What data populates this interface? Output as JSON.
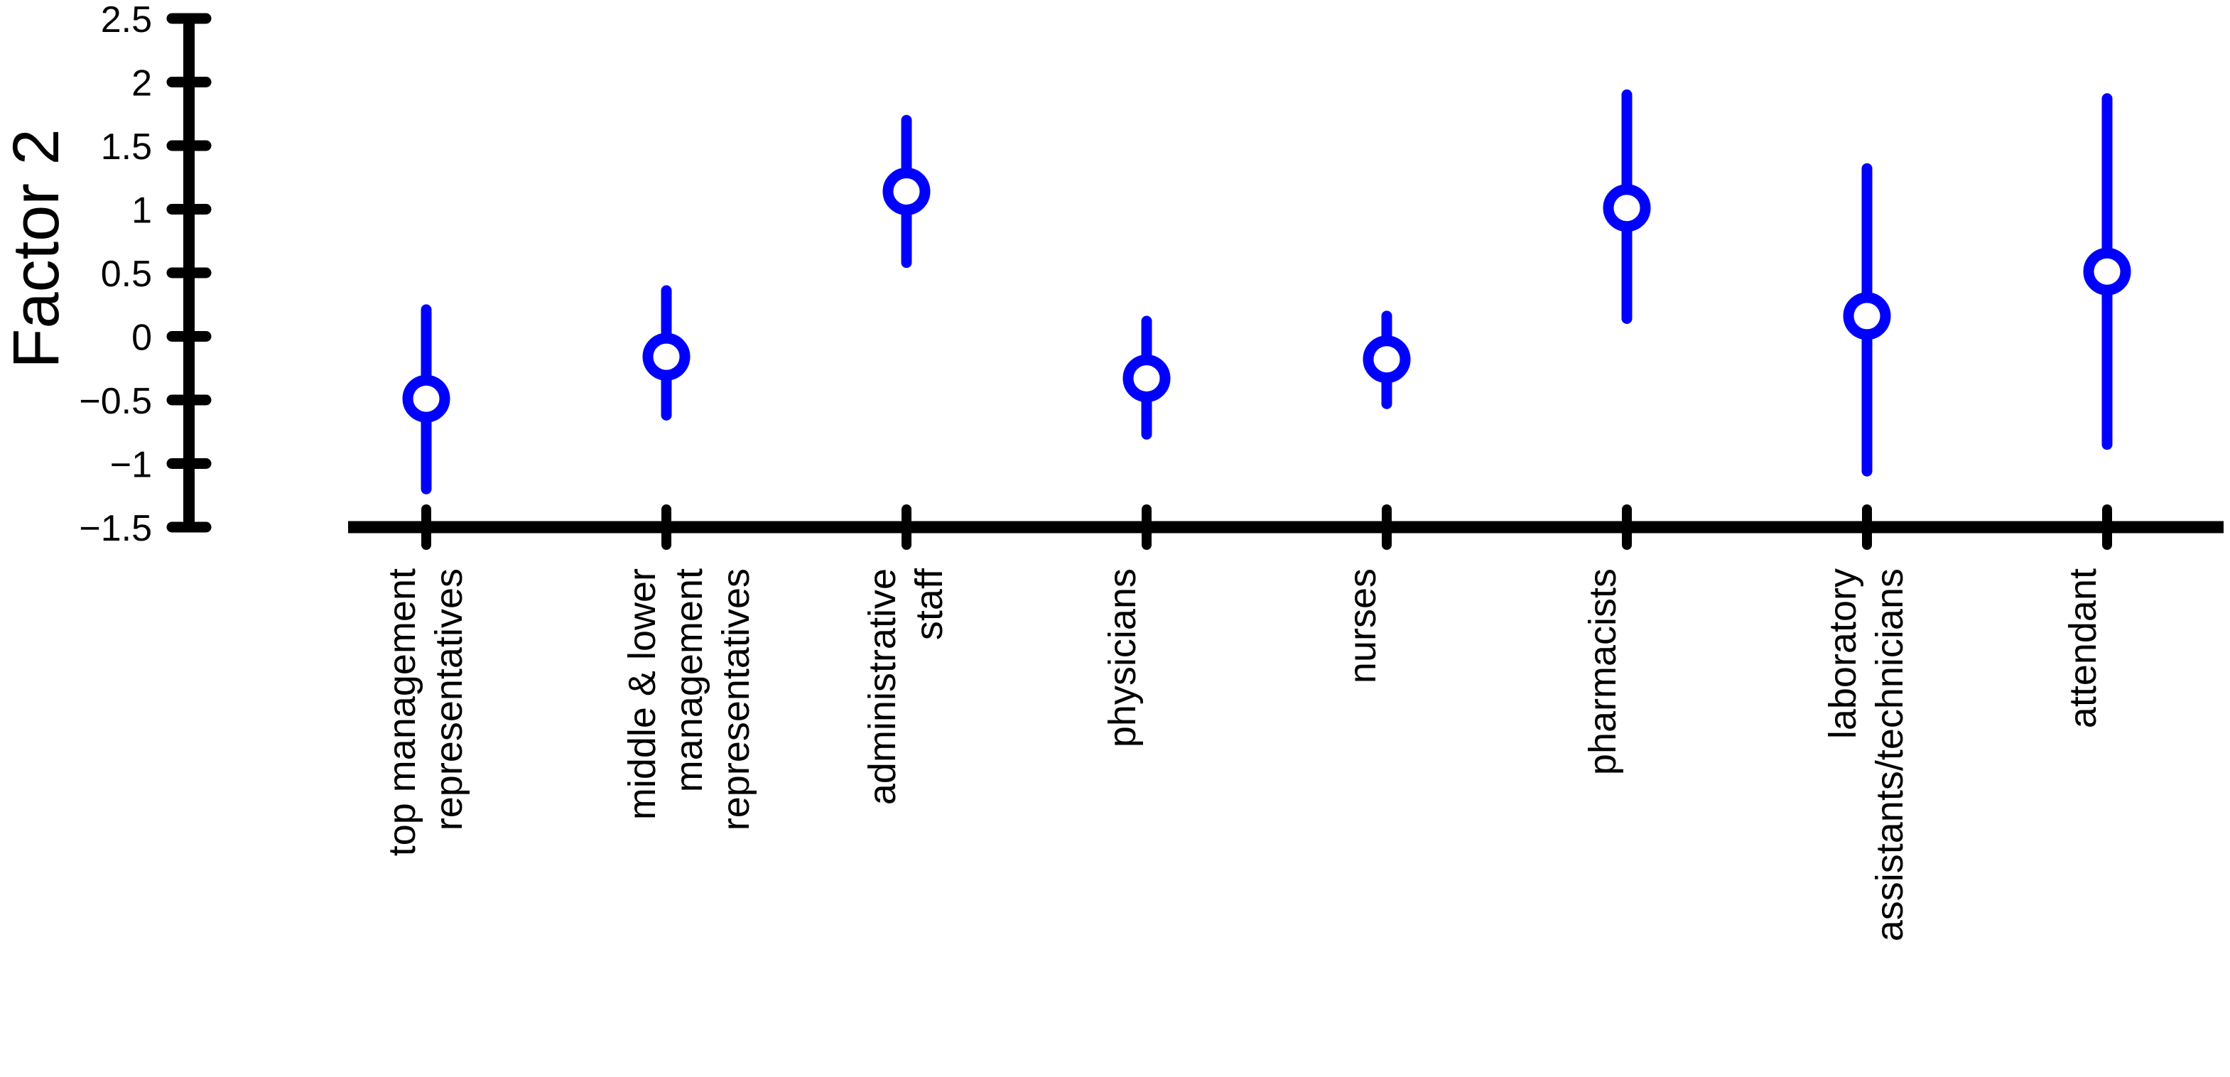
{
  "chart_data": {
    "type": "scatter",
    "title": "",
    "subtitle": "",
    "xlabel": "",
    "ylabel": "Factor 2",
    "ylim": [
      -1.5,
      2.5
    ],
    "ytick_values": [
      2.5,
      2,
      1.5,
      1,
      0.5,
      0,
      -0.5,
      -1,
      -1.5
    ],
    "ytick_labels": [
      "2.5",
      "2",
      "1.5",
      "1",
      "0.5",
      "0",
      "−0.5",
      "−1",
      "−1.5"
    ],
    "grid": false,
    "legend": "none",
    "marker": "open-circle",
    "series_color": "#0000FF",
    "axis_color": "#000000",
    "categories": [
      "top management representatives",
      "middle & lower management representatives",
      "administrative staff",
      "physicians",
      "nurses",
      "pharmacists",
      "laboratory assistants/technicians",
      "attendant"
    ],
    "category_lines": [
      [
        "top management",
        "representatives"
      ],
      [
        "middle & lower",
        "management",
        "representatives"
      ],
      [
        "administrative",
        "staff"
      ],
      [
        "physicians"
      ],
      [
        "nurses"
      ],
      [
        "pharmacists"
      ],
      [
        "laboratory",
        "assistants/technicians"
      ],
      [
        "attendant"
      ]
    ],
    "values": [
      -0.49,
      -0.16,
      1.14,
      -0.33,
      -0.18,
      1.01,
      0.16,
      0.51
    ],
    "ci_lower": [
      -1.2,
      -0.62,
      0.58,
      -0.77,
      -0.53,
      0.14,
      -1.06,
      -0.85
    ],
    "ci_upper": [
      0.21,
      0.36,
      1.7,
      0.12,
      0.16,
      1.9,
      1.32,
      1.87
    ],
    "points": [
      {
        "category": "top management representatives",
        "value": -0.49,
        "lower": -1.2,
        "upper": 0.21
      },
      {
        "category": "middle & lower management representatives",
        "value": -0.16,
        "lower": -0.62,
        "upper": 0.36
      },
      {
        "category": "administrative staff",
        "value": 1.14,
        "lower": 0.58,
        "upper": 1.7
      },
      {
        "category": "physicians",
        "value": -0.33,
        "lower": -0.77,
        "upper": 0.12
      },
      {
        "category": "nurses",
        "value": -0.18,
        "lower": -0.53,
        "upper": 0.16
      },
      {
        "category": "pharmacists",
        "value": 1.01,
        "lower": 0.14,
        "upper": 1.9
      },
      {
        "category": "laboratory assistants/technicians",
        "value": 0.16,
        "lower": -1.06,
        "upper": 1.32
      },
      {
        "category": "attendant",
        "value": 0.51,
        "lower": -0.85,
        "upper": 1.87
      }
    ]
  }
}
